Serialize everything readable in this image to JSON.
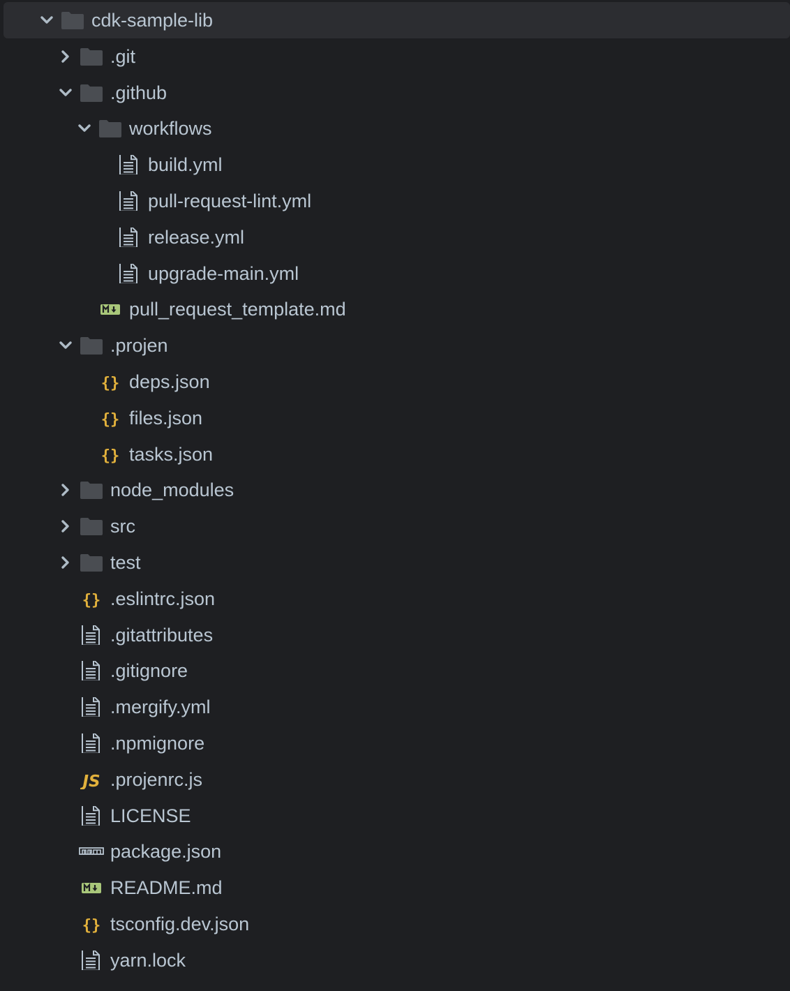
{
  "colors": {
    "background": "#1e1f22",
    "selected_row": "#2c2d31",
    "text": "#b9c6d2",
    "folder_icon": "#4a4d52",
    "chevron": "#aebbc6",
    "json_icon": "#e2b13c",
    "js_icon": "#e2b13c",
    "markdown_icon": "#a9c77a",
    "file_icon": "#b9c6d2"
  },
  "tree": [
    {
      "depth": 0,
      "type": "folder",
      "expanded": true,
      "selected": true,
      "label": "cdk-sample-lib",
      "icon": "folder-icon"
    },
    {
      "depth": 1,
      "type": "folder",
      "expanded": false,
      "label": ".git",
      "icon": "folder-icon"
    },
    {
      "depth": 1,
      "type": "folder",
      "expanded": true,
      "label": ".github",
      "icon": "folder-icon"
    },
    {
      "depth": 2,
      "type": "folder",
      "expanded": true,
      "label": "workflows",
      "icon": "folder-icon"
    },
    {
      "depth": 3,
      "type": "file",
      "label": "build.yml",
      "icon": "text-file-icon"
    },
    {
      "depth": 3,
      "type": "file",
      "label": "pull-request-lint.yml",
      "icon": "text-file-icon"
    },
    {
      "depth": 3,
      "type": "file",
      "label": "release.yml",
      "icon": "text-file-icon"
    },
    {
      "depth": 3,
      "type": "file",
      "label": "upgrade-main.yml",
      "icon": "text-file-icon"
    },
    {
      "depth": 2,
      "type": "file",
      "label": "pull_request_template.md",
      "icon": "markdown-icon"
    },
    {
      "depth": 1,
      "type": "folder",
      "expanded": true,
      "label": ".projen",
      "icon": "folder-icon"
    },
    {
      "depth": 2,
      "type": "file",
      "label": "deps.json",
      "icon": "json-icon"
    },
    {
      "depth": 2,
      "type": "file",
      "label": "files.json",
      "icon": "json-icon"
    },
    {
      "depth": 2,
      "type": "file",
      "label": "tasks.json",
      "icon": "json-icon"
    },
    {
      "depth": 1,
      "type": "folder",
      "expanded": false,
      "label": "node_modules",
      "icon": "folder-icon"
    },
    {
      "depth": 1,
      "type": "folder",
      "expanded": false,
      "label": "src",
      "icon": "folder-icon"
    },
    {
      "depth": 1,
      "type": "folder",
      "expanded": false,
      "label": "test",
      "icon": "folder-icon"
    },
    {
      "depth": 1,
      "type": "file",
      "label": ".eslintrc.json",
      "icon": "json-icon"
    },
    {
      "depth": 1,
      "type": "file",
      "label": ".gitattributes",
      "icon": "text-file-icon"
    },
    {
      "depth": 1,
      "type": "file",
      "label": ".gitignore",
      "icon": "text-file-icon"
    },
    {
      "depth": 1,
      "type": "file",
      "label": ".mergify.yml",
      "icon": "text-file-icon"
    },
    {
      "depth": 1,
      "type": "file",
      "label": ".npmignore",
      "icon": "text-file-icon"
    },
    {
      "depth": 1,
      "type": "file",
      "label": ".projenrc.js",
      "icon": "javascript-icon"
    },
    {
      "depth": 1,
      "type": "file",
      "label": "LICENSE",
      "icon": "text-file-icon"
    },
    {
      "depth": 1,
      "type": "file",
      "label": "package.json",
      "icon": "npm-icon"
    },
    {
      "depth": 1,
      "type": "file",
      "label": "README.md",
      "icon": "markdown-icon"
    },
    {
      "depth": 1,
      "type": "file",
      "label": "tsconfig.dev.json",
      "icon": "json-icon"
    },
    {
      "depth": 1,
      "type": "file",
      "label": "yarn.lock",
      "icon": "text-file-icon"
    }
  ]
}
